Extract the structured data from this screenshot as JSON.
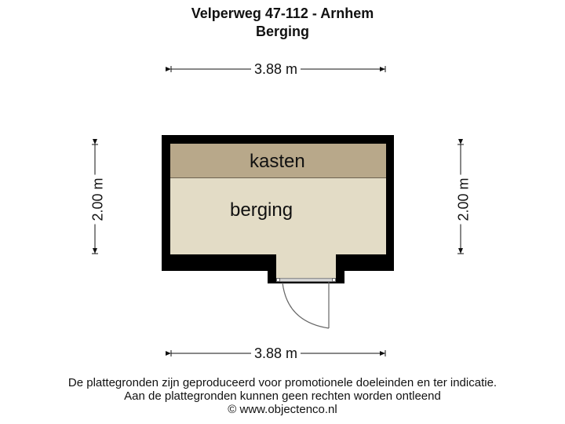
{
  "header": {
    "title": "Velperweg 47-112 - Arnhem",
    "subtitle": "Berging"
  },
  "plan": {
    "rooms": [
      {
        "name": "kasten",
        "label": "kasten",
        "fill": "#b8a88a"
      },
      {
        "name": "berging",
        "label": "berging",
        "fill": "#e3dcc6"
      }
    ],
    "wall_color": "#000000",
    "dimensions": {
      "top_width": "3.88 m",
      "bottom_width": "3.88 m",
      "left_height": "2.00 m",
      "right_height": "2.00 m"
    },
    "door": {
      "type": "swing-door",
      "position": "bottom"
    }
  },
  "footer": {
    "line1": "De plattegronden zijn geproduceerd voor promotionele doeleinden en ter indicatie.",
    "line2": "Aan de plattegronden kunnen geen rechten worden ontleend",
    "line3": "© www.objectenco.nl"
  }
}
